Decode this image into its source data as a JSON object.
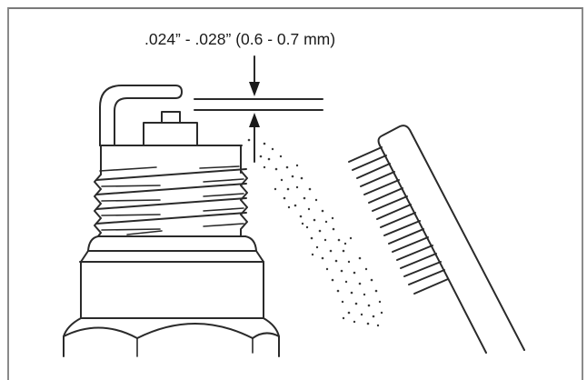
{
  "figure": {
    "gap_label": ".024” - .028” (0.6 - 0.7 mm)",
    "elements": {
      "spark_plug": "spark-plug",
      "gap_indicator": "electrode-gap-arrows",
      "particles": "carbon-deposits-spray",
      "brush": "wire-brush"
    }
  },
  "colors": {
    "line": "#2a2a2a",
    "frame": "#8a8a8a",
    "background": "#ffffff"
  }
}
